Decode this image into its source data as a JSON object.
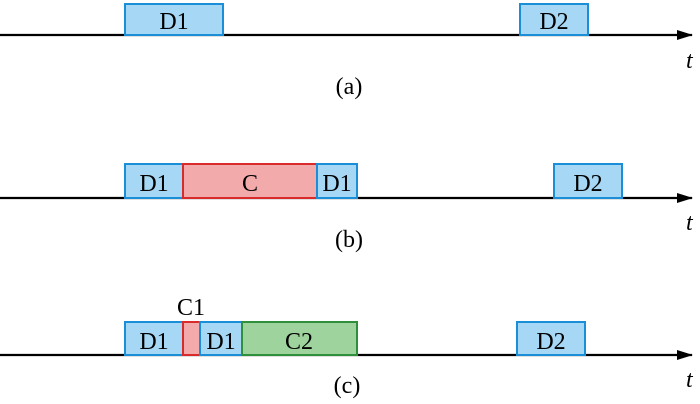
{
  "colors": {
    "d_fill": "#a6d8f5",
    "d_stroke": "#1a8fd8",
    "c_fill": "#f3aaaa",
    "c_stroke": "#d92b2b",
    "c2_fill": "#9ed39e",
    "c2_stroke": "#2f8f3a",
    "axis": "#000000"
  },
  "time_label": "t",
  "panels": [
    {
      "caption": "(a)",
      "blocks": [
        {
          "label": "D1",
          "kind": "d"
        },
        {
          "label": "D2",
          "kind": "d"
        }
      ]
    },
    {
      "caption": "(b)",
      "blocks": [
        {
          "label": "D1",
          "kind": "d"
        },
        {
          "label": "C",
          "kind": "c"
        },
        {
          "label": "D1",
          "kind": "d"
        },
        {
          "label": "D2",
          "kind": "d"
        }
      ]
    },
    {
      "caption": "(c)",
      "blocks": [
        {
          "label": "D1",
          "kind": "d"
        },
        {
          "label": "",
          "kind": "c",
          "outside_label": "C1"
        },
        {
          "label": "D1",
          "kind": "d"
        },
        {
          "label": "C2",
          "kind": "c2"
        },
        {
          "label": "D2",
          "kind": "d"
        }
      ]
    }
  ]
}
